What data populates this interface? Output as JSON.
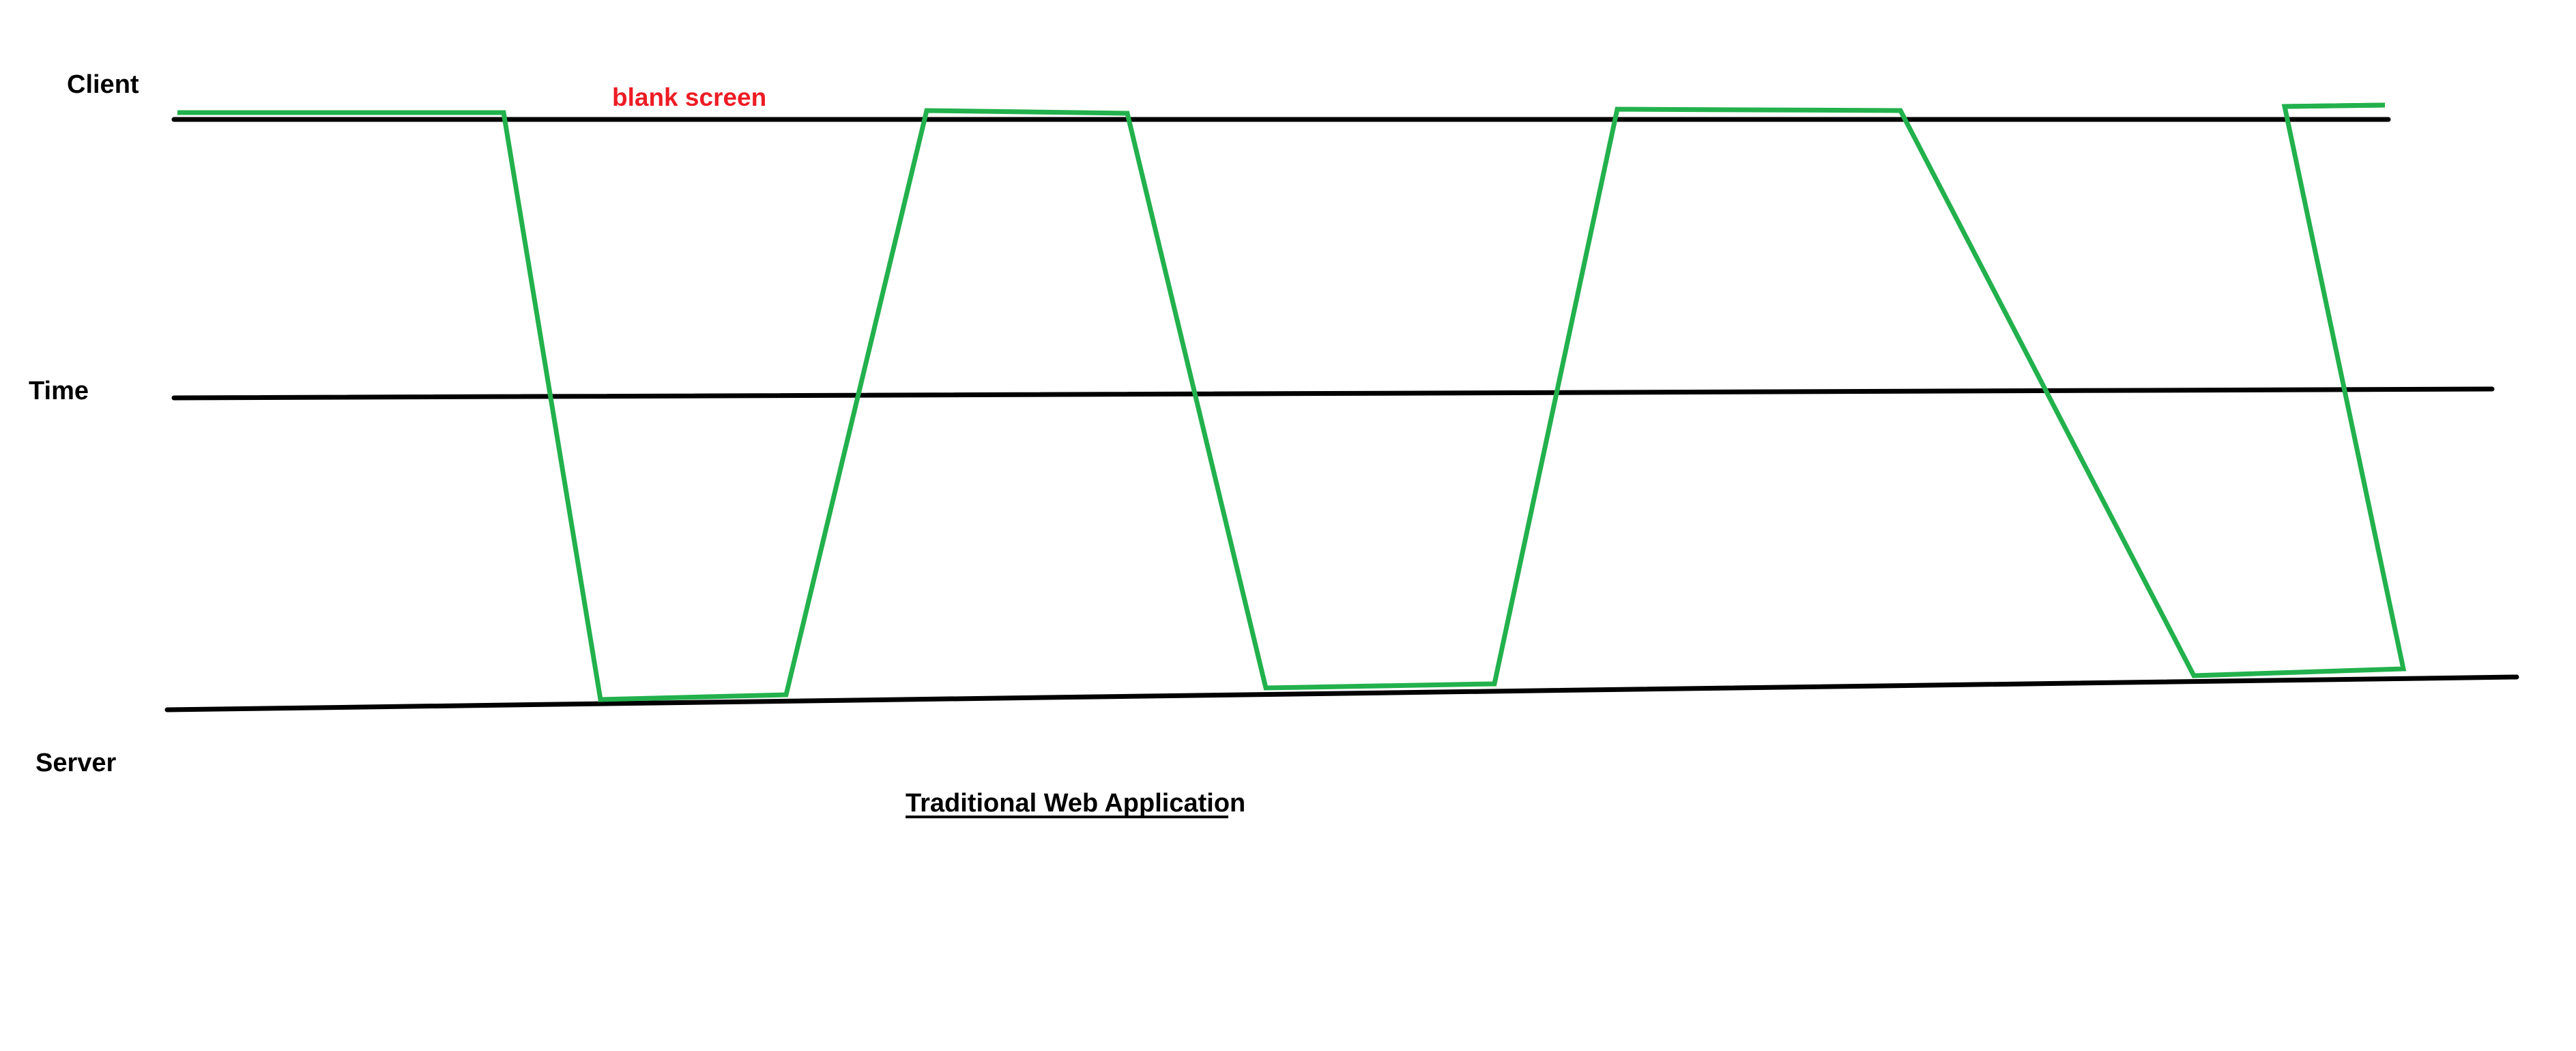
{
  "labels": {
    "client": "Client",
    "time": "Time",
    "server": "Server",
    "annotation": "blank screen",
    "caption": "Traditional Web Application"
  },
  "colors": {
    "background": "#ffffff",
    "axis_line": "#000000",
    "signal_line": "#22b14c",
    "annotation_text": "#ed1c24",
    "label_text": "#000000"
  }
}
